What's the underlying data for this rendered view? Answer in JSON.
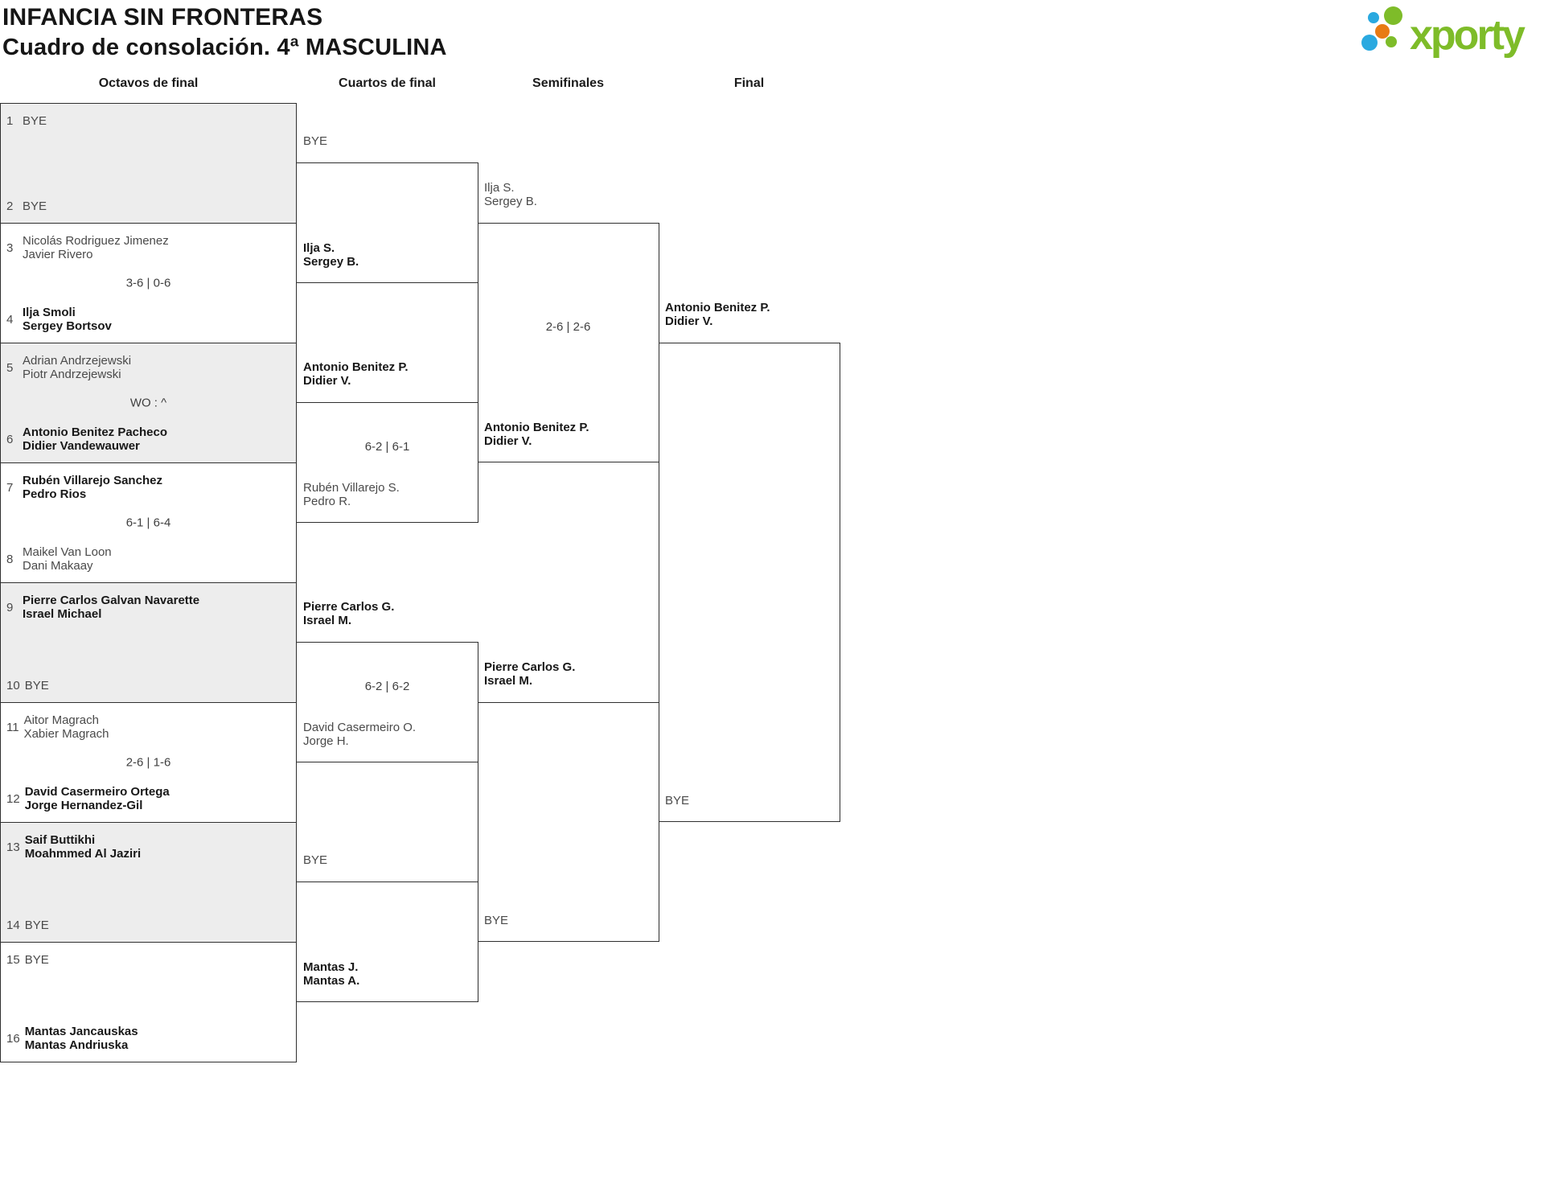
{
  "header": {
    "title": "INFANCIA SIN FRONTERAS",
    "subtitle": "Cuadro de consolación. 4ª MASCULINA",
    "logo_text": "xporty"
  },
  "colors": {
    "logo_green": "#7ebc29",
    "logo_blue": "#2aa9e0",
    "logo_orange": "#e87b14",
    "box_shaded": "#ededed",
    "border": "#2f2f2f"
  },
  "rounds": [
    {
      "label": "Octavos de final"
    },
    {
      "label": "Cuartos de final"
    },
    {
      "label": "Semifinales"
    },
    {
      "label": "Final"
    }
  ],
  "octavos": [
    {
      "shaded": true,
      "top": {
        "seed": "1",
        "lines": [
          "BYE"
        ],
        "winner": false
      },
      "score": "",
      "bottom": {
        "seed": "2",
        "lines": [
          "BYE"
        ],
        "winner": false
      }
    },
    {
      "shaded": false,
      "top": {
        "seed": "3",
        "lines": [
          "Nicolás Rodriguez Jimenez",
          "Javier Rivero"
        ],
        "winner": false
      },
      "score": "3-6 | 0-6",
      "bottom": {
        "seed": "4",
        "lines": [
          "Ilja Smoli",
          "Sergey Bortsov"
        ],
        "winner": true
      }
    },
    {
      "shaded": true,
      "top": {
        "seed": "5",
        "lines": [
          "Adrian Andrzejewski",
          "Piotr Andrzejewski"
        ],
        "winner": false
      },
      "score": "WO : ^",
      "bottom": {
        "seed": "6",
        "lines": [
          "Antonio Benitez Pacheco",
          "Didier Vandewauwer"
        ],
        "winner": true
      }
    },
    {
      "shaded": false,
      "top": {
        "seed": "7",
        "lines": [
          "Rubén Villarejo Sanchez",
          "Pedro Rios"
        ],
        "winner": true
      },
      "score": "6-1 | 6-4",
      "bottom": {
        "seed": "8",
        "lines": [
          "Maikel Van Loon",
          "Dani Makaay"
        ],
        "winner": false
      }
    },
    {
      "shaded": true,
      "top": {
        "seed": "9",
        "lines": [
          "Pierre Carlos Galvan Navarette",
          "Israel Michael"
        ],
        "winner": true
      },
      "score": "",
      "bottom": {
        "seed": "10",
        "lines": [
          "BYE"
        ],
        "winner": false
      }
    },
    {
      "shaded": false,
      "top": {
        "seed": "11",
        "lines": [
          "Aitor Magrach",
          "Xabier Magrach"
        ],
        "winner": false
      },
      "score": "2-6 | 1-6",
      "bottom": {
        "seed": "12",
        "lines": [
          "David Casermeiro Ortega",
          "Jorge Hernandez-Gil"
        ],
        "winner": true
      }
    },
    {
      "shaded": true,
      "top": {
        "seed": "13",
        "lines": [
          "Saif Buttikhi",
          "Moahmmed Al Jaziri"
        ],
        "winner": true
      },
      "score": "",
      "bottom": {
        "seed": "14",
        "lines": [
          "BYE"
        ],
        "winner": false
      }
    },
    {
      "shaded": false,
      "top": {
        "seed": "15",
        "lines": [
          "BYE"
        ],
        "winner": false
      },
      "score": "",
      "bottom": {
        "seed": "16",
        "lines": [
          "Mantas Jancauskas",
          "Mantas Andriuska"
        ],
        "winner": true
      }
    }
  ],
  "cuartos": [
    {
      "top": {
        "lines": [
          "BYE"
        ],
        "winner": false
      },
      "score": "",
      "bottom": {
        "lines": [
          "Ilja S.",
          "Sergey B."
        ],
        "winner": true
      }
    },
    {
      "top": {
        "lines": [
          "Antonio Benitez P.",
          "Didier V."
        ],
        "winner": true
      },
      "score": "6-2 | 6-1",
      "bottom": {
        "lines": [
          "Rubén Villarejo S.",
          "Pedro R."
        ],
        "winner": false
      }
    },
    {
      "top": {
        "lines": [
          "Pierre Carlos G.",
          "Israel M."
        ],
        "winner": true
      },
      "score": "6-2 | 6-2",
      "bottom": {
        "lines": [
          "David Casermeiro O.",
          "Jorge H."
        ],
        "winner": false
      }
    },
    {
      "top": {
        "lines": [
          "BYE"
        ],
        "winner": false
      },
      "score": "",
      "bottom": {
        "lines": [
          "Mantas J.",
          "Mantas A."
        ],
        "winner": true
      }
    }
  ],
  "semifinales": [
    {
      "top": {
        "lines": [
          "Ilja S.",
          "Sergey B."
        ],
        "winner": false
      },
      "score": "2-6 | 2-6",
      "bottom": {
        "lines": [
          "Antonio Benitez P.",
          "Didier V."
        ],
        "winner": true
      }
    },
    {
      "top": {
        "lines": [
          "Pierre Carlos G.",
          "Israel M."
        ],
        "winner": true
      },
      "score": "",
      "bottom": {
        "lines": [
          "BYE"
        ],
        "winner": false
      }
    }
  ],
  "final": {
    "top": {
      "lines": [
        "Antonio Benitez P.",
        "Didier V."
      ],
      "winner": true
    },
    "score": "",
    "bottom": {
      "lines": [
        "BYE"
      ],
      "winner": false
    }
  }
}
